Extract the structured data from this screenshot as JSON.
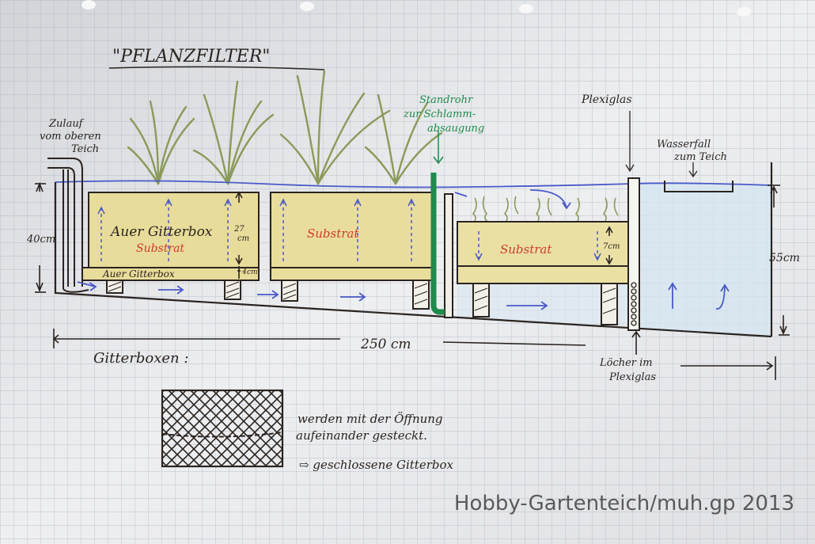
{
  "diagram": {
    "title": "\"PFLANZFILTER\"",
    "inlet_label": [
      "Zulauf",
      "vom oberen",
      "Teich"
    ],
    "standpipe_label": [
      "Standrohr",
      "zur Schlamm-",
      "absaugung"
    ],
    "plexiglas_label": "Plexiglas",
    "waterfall_label": [
      "Wasserfall",
      "zum Teich"
    ],
    "box1_title": "Auer Gitterbox",
    "substrat": "Substrat",
    "box1_bottom": "Auer Gitterbox",
    "dim_27": [
      "27",
      "cm"
    ],
    "dim_4": [
      "4",
      "cm"
    ],
    "dim_40": "40cm",
    "dim_55": "55cm",
    "dim_250": "250 cm",
    "dim_7": "7cm",
    "holes_label": [
      "Löcher im",
      "Plexiglas"
    ],
    "gitterboxen_heading": "Gitterboxen :",
    "note_line1": "werden mit der Öffnung",
    "note_line2": "aufeinander gesteckt.",
    "note_line3": "⇨ geschlossene Gitterbox",
    "credit": "Hobby-Gartenteich/muh.gp 2013"
  },
  "colors": {
    "ink": "#2a2420",
    "water": "#4a5ac8",
    "substrat_text": "#d03a2a",
    "standpipe": "#1f8a4c",
    "plant": "#8a9a5a",
    "wood_fill": "#e8dc9a"
  }
}
